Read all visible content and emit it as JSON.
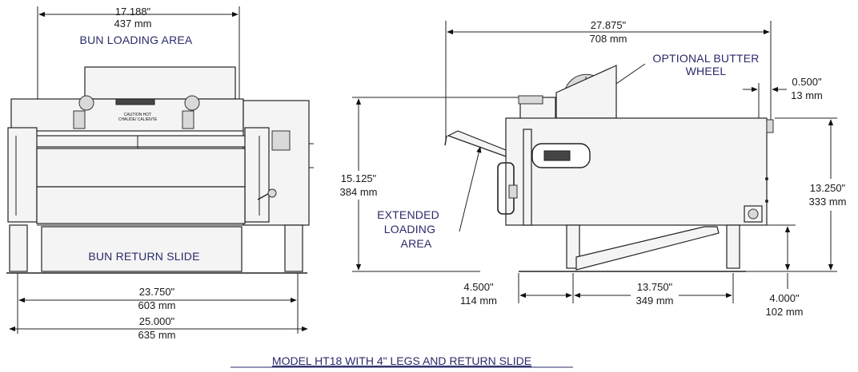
{
  "front_view": {
    "top_dim_in": "17.188\"",
    "top_dim_mm": "437 mm",
    "bun_loading_label": "BUN LOADING AREA",
    "bun_return_label": "BUN RETURN SLIDE",
    "width1_in": "23.750\"",
    "width1_mm": "603 mm",
    "width2_in": "25.000\"",
    "width2_mm": "635 mm",
    "panel_text_1": "CAUTION HOT",
    "panel_text_2": "CHAUDE/ CALIENTE"
  },
  "side_view": {
    "overall_in": "27.875\"",
    "overall_mm": "708 mm",
    "butter_label_1": "OPTIONAL BUTTER",
    "butter_label_2": "WHEEL",
    "offset_in": "0.500\"",
    "offset_mm": "13 mm",
    "height_left_in": "15.125\"",
    "height_left_mm": "384 mm",
    "height_right_in": "13.250\"",
    "height_right_mm": "333 mm",
    "extended_1": "EXTENDED",
    "extended_2": "LOADING",
    "extended_3": "AREA",
    "dim_a_in": "4.500\"",
    "dim_a_mm": "114 mm",
    "dim_b_in": "13.750\"",
    "dim_b_mm": "349 mm",
    "leg_in": "4.000\"",
    "leg_mm": "102 mm"
  },
  "caption": "MODEL HT18 WITH 4\" LEGS AND RETURN SLIDE"
}
